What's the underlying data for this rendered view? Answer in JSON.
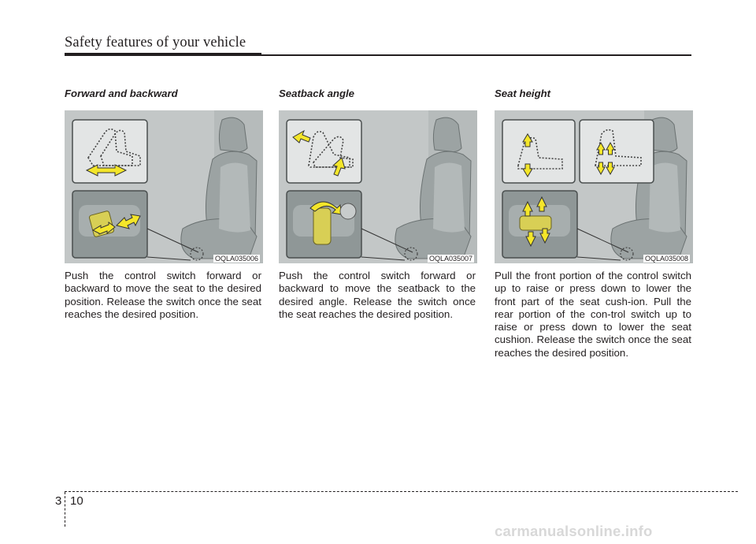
{
  "header": {
    "title": "Safety features of your vehicle"
  },
  "sections": [
    {
      "heading": "Forward and backward",
      "figure_code": "OQLA035006",
      "body": "Push the control switch forward or backward to move the seat to the desired position. Release the switch once the seat reaches the desired position."
    },
    {
      "heading": "Seatback angle",
      "figure_code": "OQLA035007",
      "body": "Push the control switch forward or backward to move the seatback to the desired angle. Release the switch once the seat reaches the desired position."
    },
    {
      "heading": "Seat height",
      "figure_code": "OQLA035008",
      "body": "Pull the front portion of the control switch up to raise or press down to lower the front part of the seat cush-ion. Pull the rear portion of the con-trol switch up to raise or press down to lower the seat cushion. Release the switch once the seat reaches the desired position."
    }
  ],
  "footer": {
    "chapter": "3",
    "page": "10"
  },
  "watermark": "carmanualsonline.info",
  "colors": {
    "text": "#231f20",
    "figure_bg": "#c3c7c7",
    "inset_bg": "#e3e5e5",
    "arrow": "#f4e62a"
  }
}
